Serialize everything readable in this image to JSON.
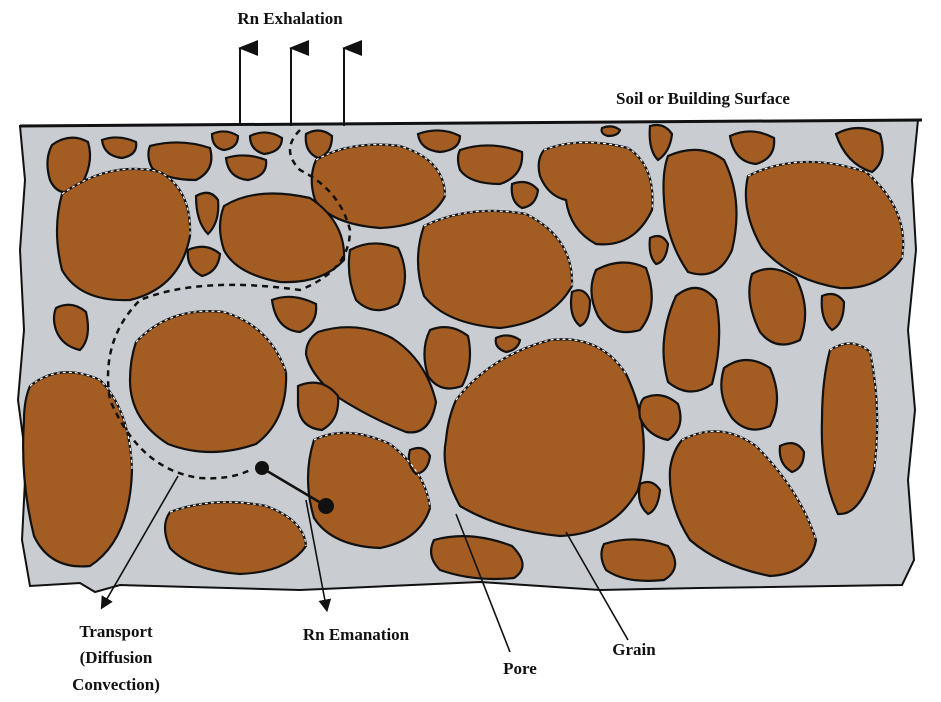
{
  "labels": {
    "exhalation": "Rn Exhalation",
    "surface": "Soil or Building Surface",
    "transport_line1": "Transport",
    "transport_line2": "(Diffusion",
    "transport_line3": "Convection)",
    "emanation": "Rn Emanation",
    "pore": "Pore",
    "grain": "Grain"
  },
  "colors": {
    "grain_fill": "#a35d22",
    "pore_fill": "#c9ccd1",
    "outline": "#111111",
    "grain_dash": "#ffffff"
  }
}
